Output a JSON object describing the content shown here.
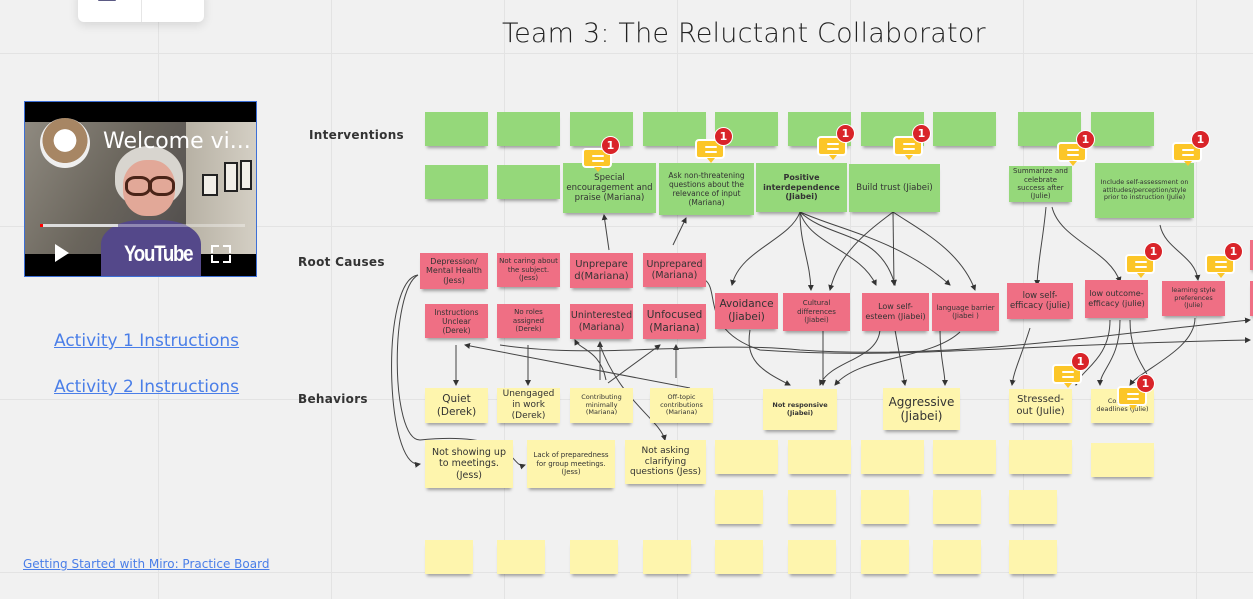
{
  "board": {
    "title": "Team 3: The Reluctant Collaborator"
  },
  "video": {
    "title": "Welcome vi...",
    "brand": "YouTube",
    "progress": 0.38
  },
  "links": {
    "activity1": "Activity 1 Instructions",
    "activity2": "Activity 2 Instructions",
    "practice_board": "Getting Started with Miro: Practice Board"
  },
  "row_labels": {
    "interventions": "Interventions",
    "root_causes": "Root Causes",
    "behaviors": "Behaviors"
  },
  "colors": {
    "intervention": "#95d87a",
    "root_cause": "#ef6f84",
    "behavior": "#fef5ad",
    "comment": "#fcc628",
    "badge": "#d92429",
    "link": "#4a7ee8"
  },
  "interventions": [
    {
      "text": "Special encouragement and praise (Mariana)",
      "comments": 1
    },
    {
      "text": "Ask non-threatening questions  about the relevance of input (Mariana)",
      "comments": 1
    },
    {
      "text": "Positive interdependence (Jiabei)",
      "comments": 1
    },
    {
      "text": "Build trust (Jiabei)",
      "comments": 1
    },
    {
      "text": "Summarize and celebrate success after (Julie)",
      "comments": 1
    },
    {
      "text": "Include self-assessment on attitudes/perception/style prior to instruction (Julie)",
      "comments": 1
    }
  ],
  "root_causes": [
    {
      "text": "Depression/ Mental Health (Jess)"
    },
    {
      "text": "Not caring about the subject. (Jess)"
    },
    {
      "text": "Unprepare d(Mariana)"
    },
    {
      "text": "Unprepared (Mariana)"
    },
    {
      "text": "Instructions Unclear (Derek)"
    },
    {
      "text": "No roles assigned (Derek)"
    },
    {
      "text": "Uninterested (Mariana)"
    },
    {
      "text": "Unfocused (Mariana)"
    },
    {
      "text": "Avoidance (Jiabei)"
    },
    {
      "text": "Cultural differences (Jiabei)"
    },
    {
      "text": "Low self-esteem (Jiabei)"
    },
    {
      "text": "language barrier (Jiabei )"
    },
    {
      "text": "low self-efficacy (julie)"
    },
    {
      "text": "low outcome-efficacy (julie)",
      "comments": 1
    },
    {
      "text": "learning style preferences (Julie)",
      "comments": 1
    }
  ],
  "behaviors": [
    {
      "text": "Quiet (Derek)"
    },
    {
      "text": "Unengaged in work (Derek)"
    },
    {
      "text": "Contributing minimally (Mariana)"
    },
    {
      "text": "Off-topic contributions (Mariana)"
    },
    {
      "text": "Not responsive (Jiabei)"
    },
    {
      "text": "Aggressive (Jiabei)"
    },
    {
      "text": "Stressed-out (Julie)",
      "comments": 1
    },
    {
      "text": "Co... m... deadlines (Julie)",
      "comments": 1
    },
    {
      "text": "Not showing up to meetings. (Jess)"
    },
    {
      "text": "Lack of preparedness for group meetings. (Jess)"
    },
    {
      "text": "Not asking clarifying questions (Jess)"
    }
  ],
  "comment_count": "1"
}
